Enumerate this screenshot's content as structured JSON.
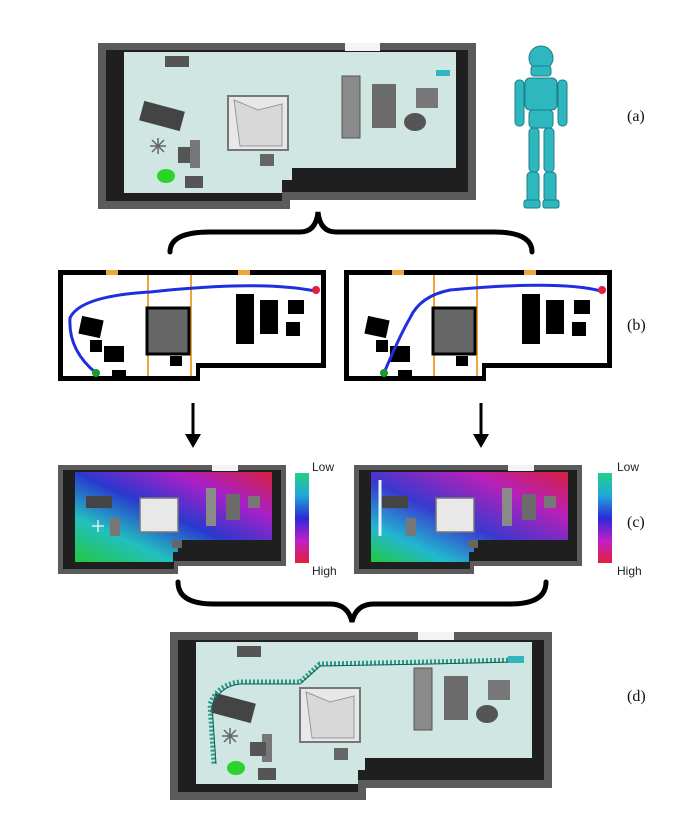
{
  "labels": {
    "a": "(a)",
    "b": "(b)",
    "c": "(c)",
    "d": "(d)"
  },
  "colorbar": {
    "low": "Low",
    "high": "High"
  },
  "colors": {
    "floor": "#cfe6e2",
    "wall_outer": "#5b5b5b",
    "wall_inner": "#1f1f1f",
    "furniture": "#7a7a7a",
    "robot": "#2fb7c0",
    "path_blue": "#1f2fe0",
    "start_green": "#1a9a2a",
    "goal_red": "#e0203a",
    "door_orange": "#f0a43a",
    "trajectory": "#2a9a86"
  },
  "icons": [
    "humanoid-robot-icon",
    "brace-icon",
    "down-arrow-icon"
  ]
}
